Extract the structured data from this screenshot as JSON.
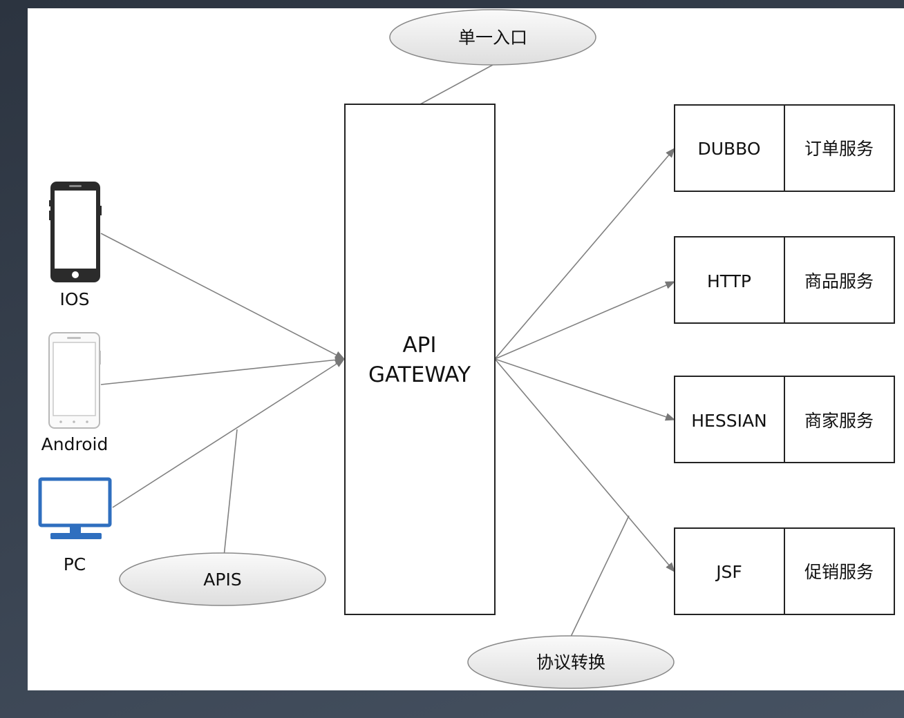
{
  "clients": [
    {
      "label": "IOS",
      "icon": "iphone-icon"
    },
    {
      "label": "Android",
      "icon": "android-phone-icon"
    },
    {
      "label": "PC",
      "icon": "monitor-icon"
    }
  ],
  "gateway": {
    "line1": "API",
    "line2": "GATEWAY"
  },
  "callouts": {
    "entry": "单一入口",
    "apis": "APIS",
    "protocol": "协议转换"
  },
  "services": [
    {
      "protocol": "DUBBO",
      "name": "订单服务"
    },
    {
      "protocol": "HTTP",
      "name": "商品服务"
    },
    {
      "protocol": "HESSIAN",
      "name": "商家服务"
    },
    {
      "protocol": "JSF",
      "name": "促销服务"
    }
  ],
  "colors": {
    "background": "#37404c",
    "canvas": "#ffffff",
    "line": "#808080",
    "box_border": "#222222",
    "ellipse_fill": "#ececec",
    "monitor": "#2f6fbf"
  }
}
